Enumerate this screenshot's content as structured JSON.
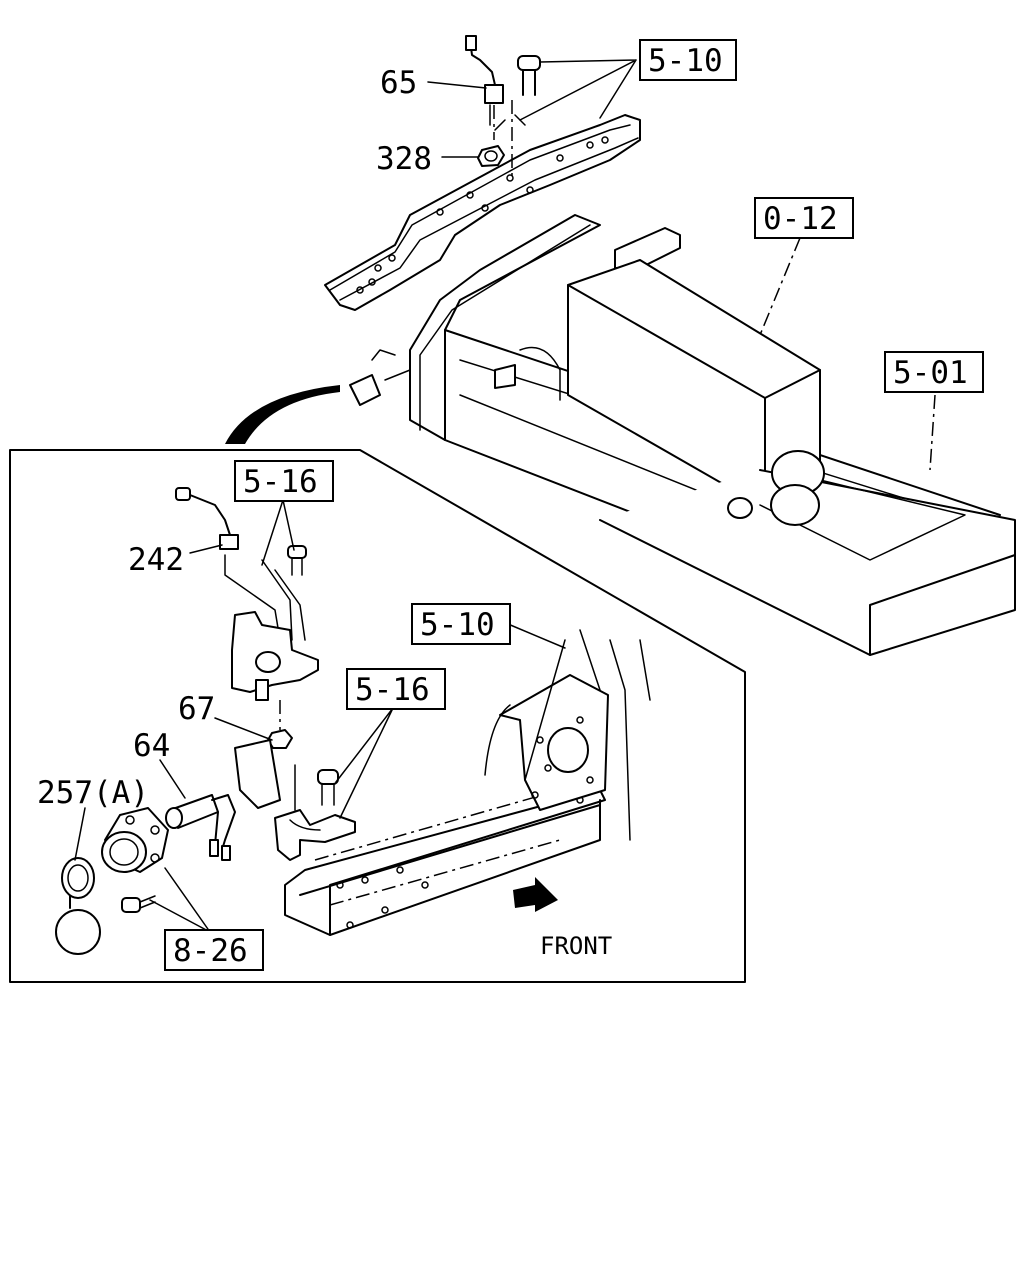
{
  "callouts": {
    "p65": "65",
    "p328": "328",
    "p242": "242",
    "p67": "67",
    "p64": "64",
    "p257": "257(A)"
  },
  "refs": {
    "r510_top": "5-10",
    "r012": "0-12",
    "r501": "5-01",
    "r516_upper": "5-16",
    "r510_inset": "5-10",
    "r516_lower": "5-16",
    "r826": "8-26"
  },
  "front_label": "FRONT"
}
